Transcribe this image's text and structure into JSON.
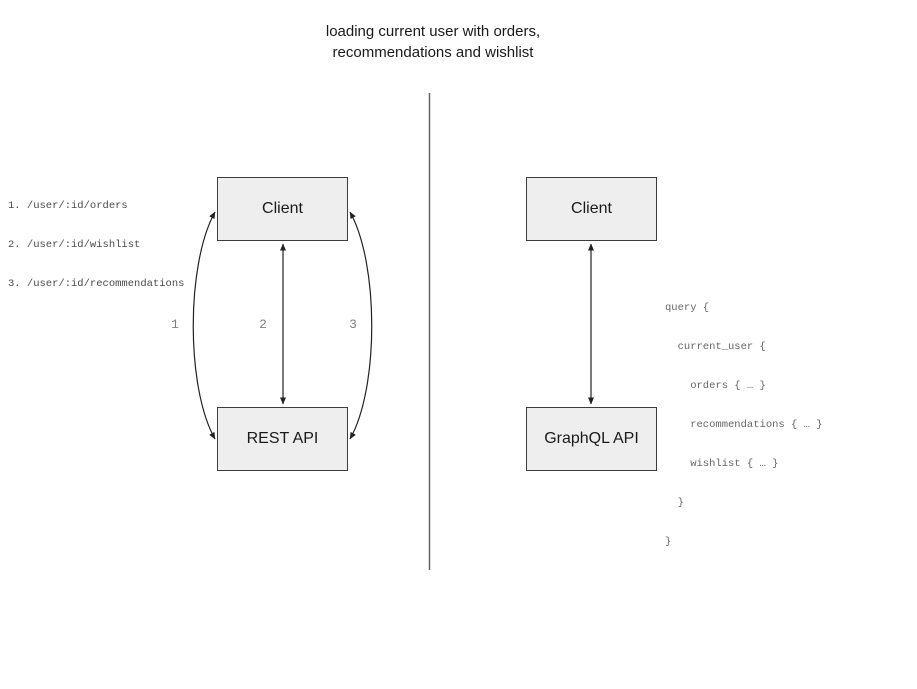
{
  "title": {
    "lines": [
      "loading current user with orders,",
      "recommendations and wishlist"
    ]
  },
  "rest_panel": {
    "client_label": "Client",
    "api_label": "REST API",
    "endpoints": [
      "1. /user/:id/orders",
      "2. /user/:id/wishlist",
      "3. /user/:id/recommendations"
    ],
    "call_labels": [
      "1",
      "2",
      "3"
    ]
  },
  "graphql_panel": {
    "client_label": "Client",
    "api_label": "GraphQL API",
    "query_lines": [
      "query {",
      "  current_user {",
      "    orders { … }",
      "    recommendations { … }",
      "    wishlist { … }",
      "  }",
      "}"
    ]
  },
  "colors": {
    "box_fill": "#eeeeee",
    "box_border": "#3c3c3c",
    "arrow": "#222222",
    "divider": "#666666",
    "label_gray": "#808080",
    "code_gray": "#666666",
    "endpoint_text": "#4a4a4a",
    "title_text": "#1a1a1a"
  }
}
